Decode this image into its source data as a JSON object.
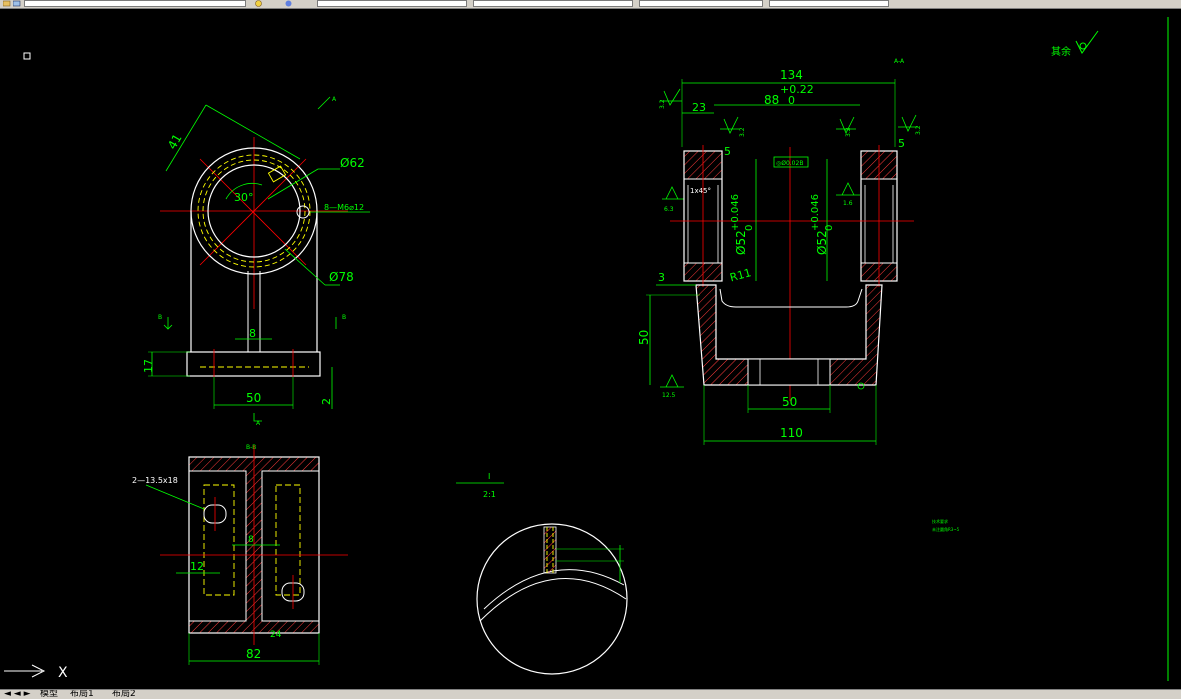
{
  "colors": {
    "background": "#000000",
    "dimension": "#00ff00",
    "outline": "#ffffff",
    "center": "#ff0000",
    "hidden": "#ffff00",
    "hatch": "#ff3b3b"
  },
  "toolbar": {
    "icons": [
      "open-icon",
      "layer-icon",
      "properties-icon"
    ]
  },
  "tabs": {
    "items": [
      "模型",
      "布局1",
      "布局2"
    ]
  },
  "drawing": {
    "roughness_note": "其余",
    "front_view": {
      "dims": {
        "d41": "41",
        "d30": "30°",
        "d62": "Ø62",
        "d78": "Ø78",
        "d8": "8",
        "d50": "50",
        "d17": "17",
        "d2": "2",
        "thread": "8—M6⌀12"
      },
      "section_marks": {
        "a": "A",
        "b": "B"
      }
    },
    "section_view": {
      "title": "A-A",
      "dims": {
        "d134": "134",
        "tol": "+0.22",
        "d88": "88",
        "tol0": "0",
        "d23": "23",
        "d5a": "5",
        "d5b": "5",
        "chamfer": "1x45°",
        "bore_left": "Ø52",
        "bore_right": "Ø52",
        "tol_bore": "+0.046",
        "tol_bore0": "0",
        "r11": "R11",
        "d3": "3",
        "d50h": "50",
        "d50w": "50",
        "d110": "110",
        "tolerance_box": "◎Ø0.02B"
      },
      "roughness": {
        "r32a": "3.2",
        "r32b": "3.2",
        "r32c": "3.2",
        "r32d": "3.2",
        "r63": "6.3",
        "r16": "1.6",
        "r125": "12.5"
      }
    },
    "bottom_view": {
      "title": "B-B",
      "dims": {
        "holes": "2—13.5x18",
        "d12": "12",
        "d82": "82",
        "d8": "8",
        "d24": "24"
      }
    },
    "detail_view": {
      "label": "I",
      "scale": "2:1"
    },
    "tech_notes": {
      "line1": "技术要求",
      "line2": "未注圆角R3~5"
    }
  },
  "ucs": {
    "label": "X"
  }
}
